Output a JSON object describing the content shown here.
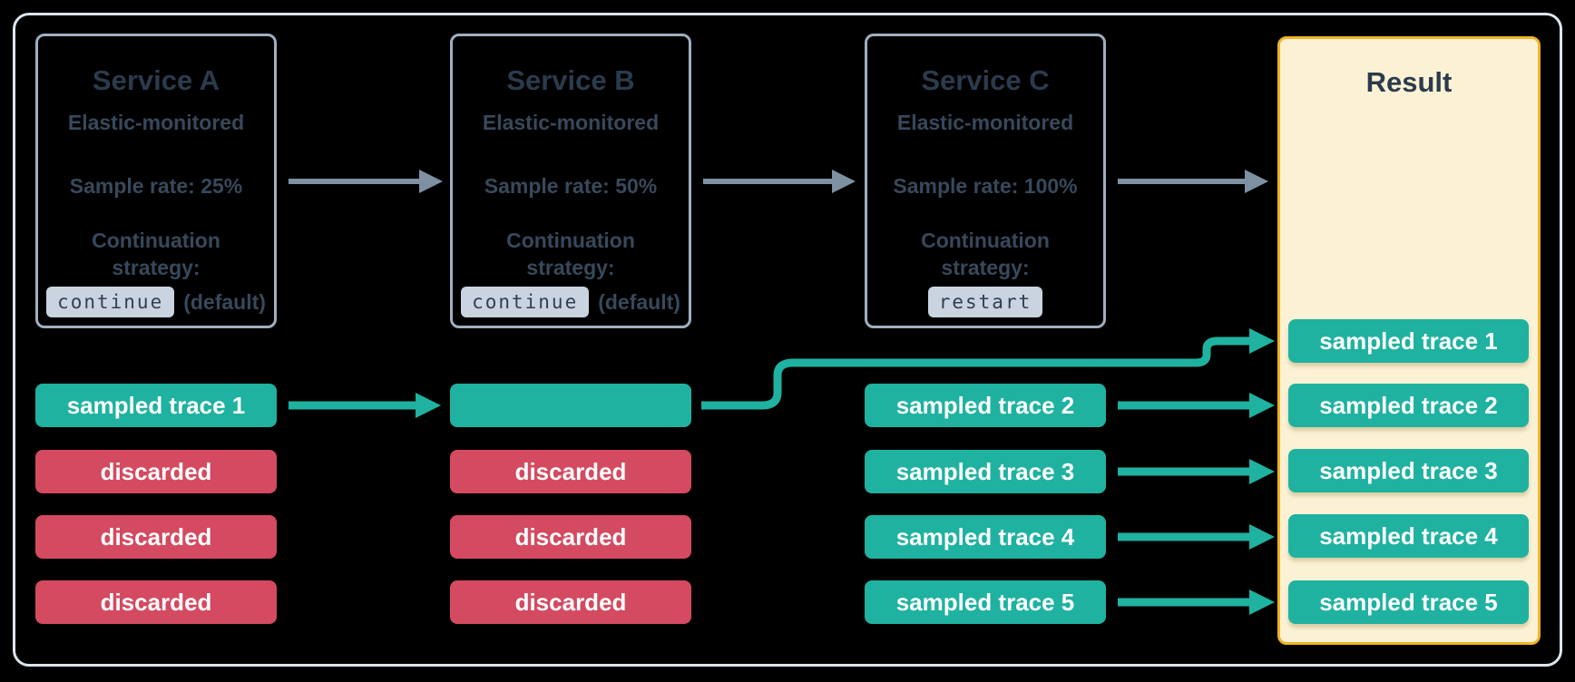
{
  "services": [
    {
      "title": "Service A",
      "subtitle": "Elastic-monitored",
      "sample_rate": "Sample rate: 25%",
      "strategy_line1": "Continuation",
      "strategy_line2": "strategy:",
      "strategy_value": "continue",
      "strategy_note": "(default)"
    },
    {
      "title": "Service B",
      "subtitle": "Elastic-monitored",
      "sample_rate": "Sample rate: 50%",
      "strategy_line1": "Continuation",
      "strategy_line2": "strategy:",
      "strategy_value": "continue",
      "strategy_note": "(default)"
    },
    {
      "title": "Service C",
      "subtitle": "Elastic-monitored",
      "sample_rate": "Sample rate: 100%",
      "strategy_line1": "Continuation",
      "strategy_line2": "strategy:",
      "strategy_value": "restart",
      "strategy_note": ""
    }
  ],
  "traces": {
    "column_a": [
      {
        "label": "sampled trace 1",
        "status": "sampled"
      },
      {
        "label": "discarded",
        "status": "discarded"
      },
      {
        "label": "discarded",
        "status": "discarded"
      },
      {
        "label": "discarded",
        "status": "discarded"
      }
    ],
    "column_b": [
      {
        "label": "",
        "status": "sampled"
      },
      {
        "label": "discarded",
        "status": "discarded"
      },
      {
        "label": "discarded",
        "status": "discarded"
      },
      {
        "label": "discarded",
        "status": "discarded"
      }
    ],
    "column_c": [
      {
        "label": "sampled trace 2",
        "status": "sampled"
      },
      {
        "label": "sampled trace 3",
        "status": "sampled"
      },
      {
        "label": "sampled trace 4",
        "status": "sampled"
      },
      {
        "label": "sampled trace 5",
        "status": "sampled"
      }
    ]
  },
  "result": {
    "title": "Result",
    "pills": [
      "sampled trace 1",
      "sampled trace 2",
      "sampled trace 3",
      "sampled trace 4",
      "sampled trace 5"
    ]
  },
  "colors": {
    "background": "#000000",
    "frame_border": "#dde5ee",
    "box_border": "#9fafc0",
    "text_dark": "#2b3b4d",
    "text_body": "#37495b",
    "chip_bg": "#c9d4e0",
    "sampled_teal": "#1fb2a0",
    "discarded_red": "#d44a60",
    "arrow_gray": "#7e91a3",
    "result_bg": "#fbf2d5",
    "result_border": "#f0b429"
  }
}
